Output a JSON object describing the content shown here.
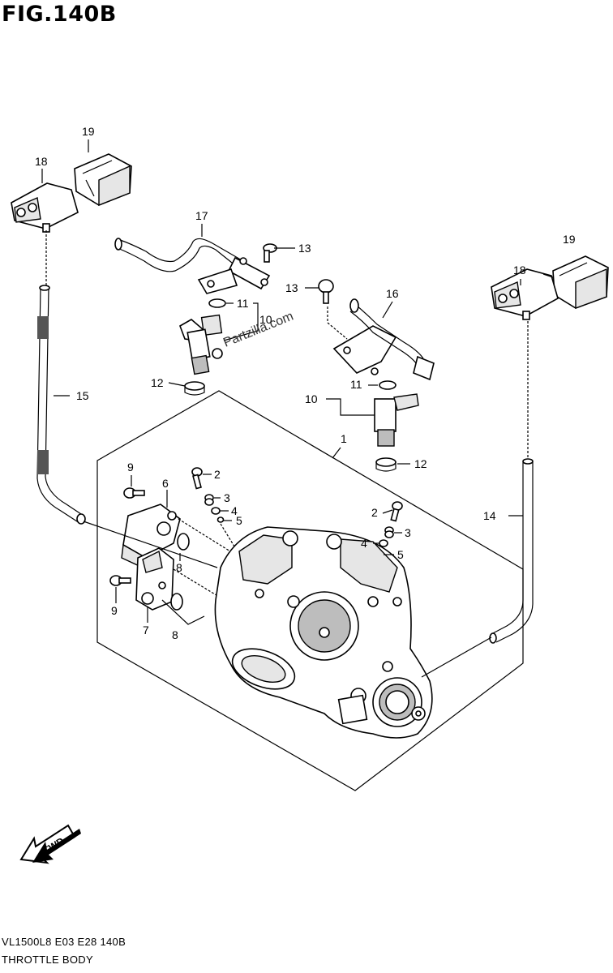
{
  "figure": {
    "title": "FIG.140B",
    "model_code": "VL1500L8  E03  E28  140B",
    "name": "THROTTLE BODY",
    "watermark": "Partzilla.com",
    "fwd_label": "FWD"
  },
  "callouts": {
    "c1": "1",
    "c2a": "2",
    "c2b": "2",
    "c3a": "3",
    "c3b": "3",
    "c4a": "4",
    "c4b": "4",
    "c5a": "5",
    "c5b": "5",
    "c6": "6",
    "c7": "7",
    "c8a": "8",
    "c8b": "8",
    "c9a": "9",
    "c9b": "9",
    "c10a": "10",
    "c10b": "10",
    "c11a": "11",
    "c11b": "11",
    "c12a": "12",
    "c12b": "12",
    "c13a": "13",
    "c13b": "13",
    "c14": "14",
    "c15": "15",
    "c16": "16",
    "c17": "17",
    "c18a": "18",
    "c18b": "18",
    "c19a": "19",
    "c19b": "19"
  }
}
